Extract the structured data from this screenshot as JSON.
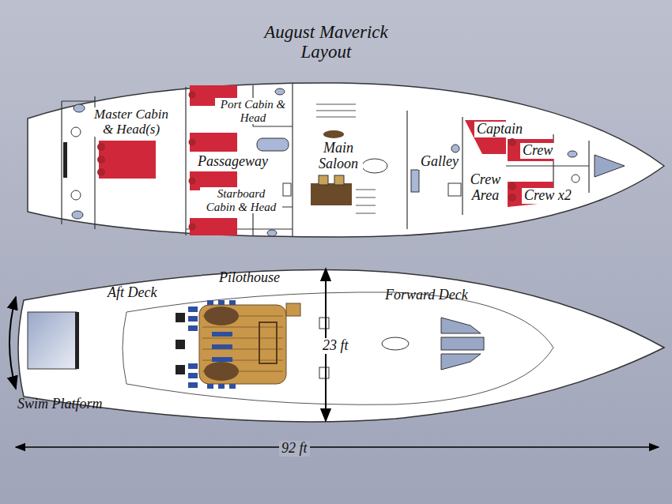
{
  "diagram": {
    "title": "August Maverick Layout",
    "labels": [
      "Master Cabin & Head(s)",
      "Port Cabin & Head",
      "Passageway",
      "Starboard Cabin & Head",
      "Main Saloon",
      "Galley",
      "Captain",
      "Crew",
      "Crew Area",
      "Crew x2",
      "Pilothouse",
      "Aft Deck",
      "Forward Deck",
      "23 ft",
      "Swim Platform",
      "92 ft"
    ]
  }
}
